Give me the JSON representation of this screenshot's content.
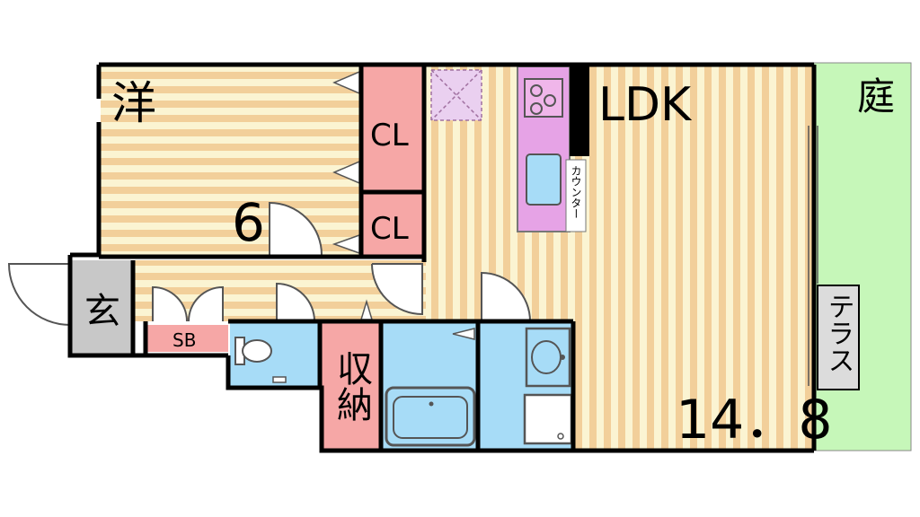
{
  "rooms": {
    "western": {
      "kanji": "洋",
      "size": "6"
    },
    "ldk": {
      "label": "LDK",
      "size": "14．8"
    },
    "garden": {
      "label": "庭"
    },
    "terrace": {
      "label": "テラス"
    },
    "entrance": {
      "label": "玄"
    },
    "shoe_box": {
      "label": "SB"
    },
    "closet_upper": {
      "label": "CL"
    },
    "closet_lower": {
      "label": "CL"
    },
    "storage": {
      "label": "収納"
    },
    "counter": {
      "label": "カウンター"
    }
  },
  "colors": {
    "wood_stripe": "#f2cf9a",
    "light_stripe": "#fbf4d2",
    "closet": "#f6a7a6",
    "kitchen": "#e6a3e6",
    "water": "#a7dcf7",
    "garden": "#c6f7b9",
    "entrance_floor": "#c8c8c8",
    "wall": "#000000"
  }
}
